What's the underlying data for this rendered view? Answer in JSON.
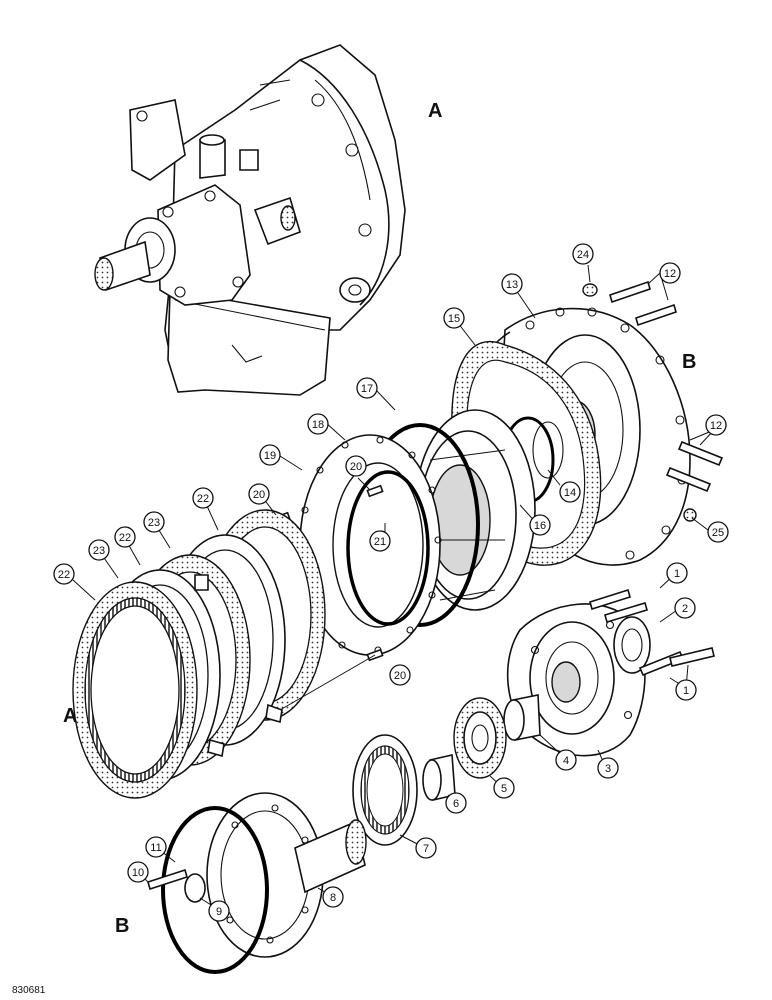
{
  "letters": {
    "a": "A",
    "b": "B"
  },
  "figure_number": "830681",
  "callouts": [
    "1",
    "2",
    "3",
    "4",
    "5",
    "6",
    "7",
    "8",
    "9",
    "10",
    "11",
    "12",
    "13",
    "14",
    "15",
    "16",
    "17",
    "18",
    "19",
    "20",
    "21",
    "22",
    "23",
    "24",
    "25"
  ]
}
